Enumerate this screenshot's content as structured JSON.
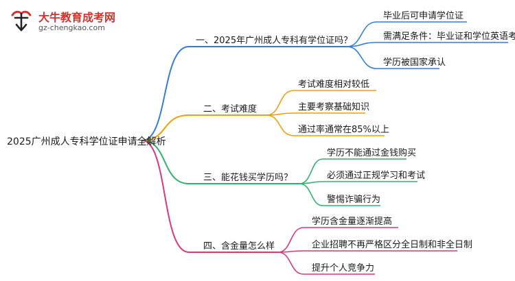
{
  "logo": {
    "title": "大牛教育成考网",
    "url": "gz-chengkao.com",
    "mark_color": "#d0342c"
  },
  "root": {
    "label": "2025广州成人专科学位证申请全解析"
  },
  "branches": [
    {
      "label": "一、2025年广州成人专科有学位证吗？",
      "color": "#2f7fd6",
      "children": [
        "毕业后可申请学位证",
        "需满足条件：毕业证和学位英语考试",
        "学历被国家承认"
      ]
    },
    {
      "label": "二、考试难度",
      "color": "#f0a000",
      "children": [
        "考试难度相对较低",
        "主要考察基础知识",
        "通过率通常在85%以上"
      ]
    },
    {
      "label": "三、能花钱买学历吗？",
      "color": "#2fb36b",
      "children": [
        "学历不能通过金钱购买",
        "必须通过正规学习和考试",
        "警惕诈骗行为"
      ]
    },
    {
      "label": "四、含金量怎么样",
      "color": "#e0337e",
      "children": [
        "学历含金量逐渐提高",
        "企业招聘不再严格区分全日制和非全日制",
        "提升个人竞争力"
      ]
    }
  ]
}
